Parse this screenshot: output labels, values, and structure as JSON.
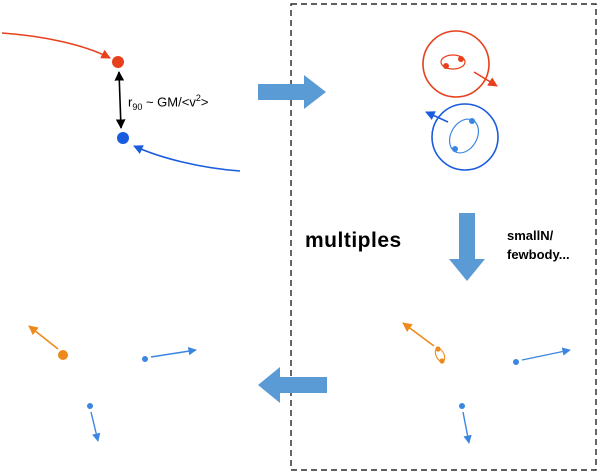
{
  "labels": {
    "r_symbol": "r",
    "r_subscript": "90",
    "r_relation": " ~ GM/<v",
    "r_superscript": "2",
    "r_close": ">",
    "multiples": "multiples",
    "code_line1": "smallN/",
    "code_line2": "fewbody..."
  },
  "colors": {
    "red": "#e8401c",
    "blue": "#1a5cde",
    "light_blue": "#3b86e0",
    "orange": "#ee8a1c",
    "flow_arrow": "#5b9bd5",
    "dashed_box": "#000000"
  }
}
